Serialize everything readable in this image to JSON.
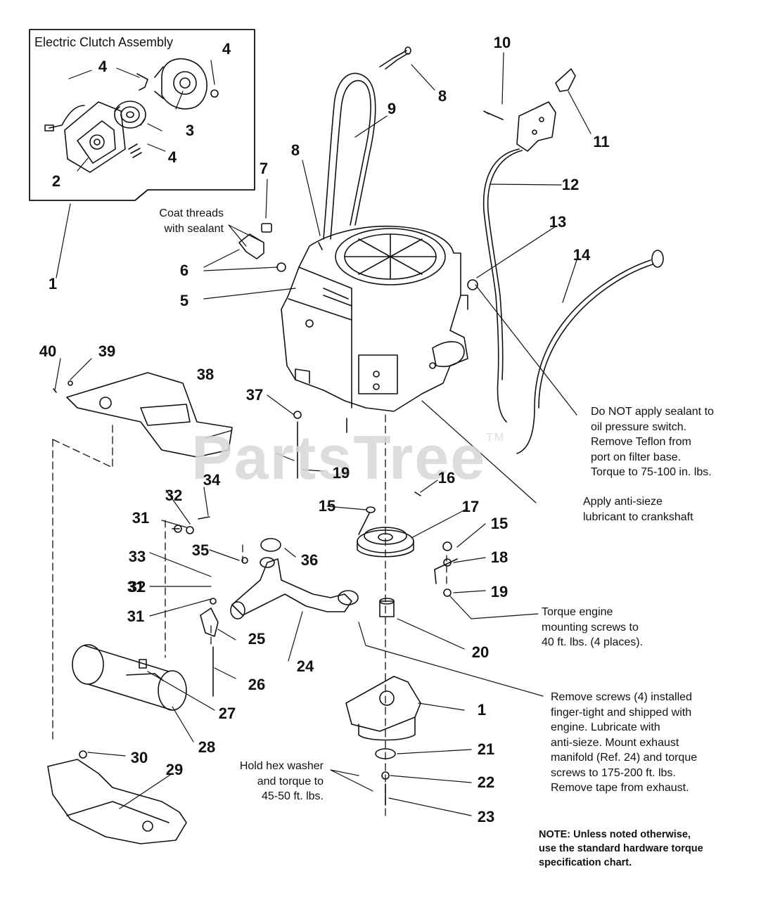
{
  "diagram": {
    "inset_title": "Electric Clutch Assembly",
    "watermark": "PartsTree",
    "watermark_mark": "TM",
    "callouts": [
      "1",
      "2",
      "3",
      "4",
      "4",
      "4",
      "1",
      "5",
      "6",
      "7",
      "8",
      "8",
      "9",
      "10",
      "11",
      "12",
      "13",
      "14",
      "15",
      "15",
      "16",
      "17",
      "18",
      "19",
      "19",
      "20",
      "1",
      "21",
      "22",
      "23",
      "24",
      "25",
      "26",
      "27",
      "28",
      "29",
      "30",
      "31",
      "31",
      "31",
      "32",
      "32",
      "33",
      "34",
      "35",
      "36",
      "37",
      "38",
      "39",
      "40"
    ],
    "notes": {
      "coat_threads": "Coat threads\nwith sealant",
      "oil_switch": "Do NOT apply sealant to\noil pressure switch.\nRemove Teflon from\nport on filter base.\nTorque to 75-100 in. lbs.",
      "anti_seize": "Apply anti-sieze\nlubricant to crankshaft",
      "torque_engine": "Torque engine\nmounting screws to\n40 ft. lbs. (4 places).",
      "remove_screws": "Remove screws (4) installed\nfinger-tight and shipped with\nengine. Lubricate with\nanti-sieze. Mount exhaust\nmanifold (Ref. 24) and torque\nscrews to 175-200 ft. lbs.\nRemove tape from exhaust.",
      "hex_washer": "Hold hex washer\nand torque to\n45-50 ft. lbs.",
      "footnote": "NOTE: Unless noted otherwise,\nuse the standard hardware torque\nspecification chart."
    }
  }
}
